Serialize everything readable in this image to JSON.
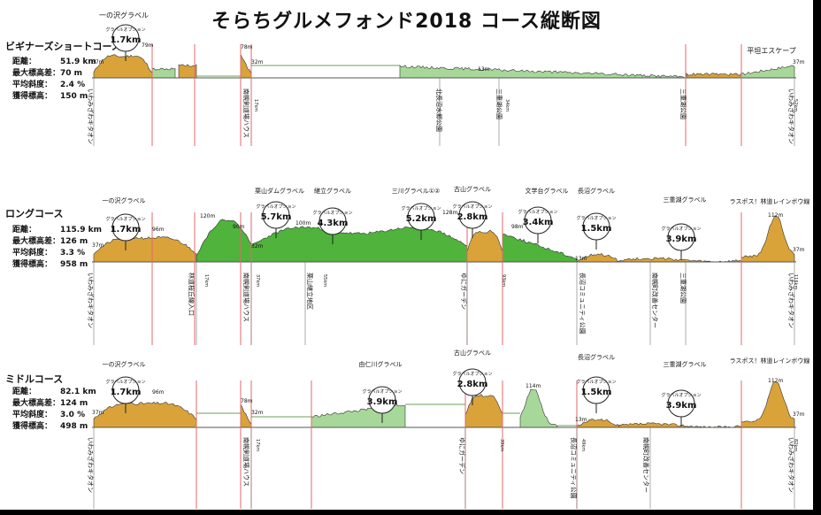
{
  "title": "そらちグルメフォンド2018 コース縦断図",
  "legend_colors": {
    "gravel_option": "#d9a33a",
    "gravel": "#4fb33c",
    "gravel_light": "#a7d89a",
    "paved": "#ffffff"
  },
  "bubble_text": "グラベルオプション",
  "courses": [
    {
      "name": "ビギナーズショートコース",
      "stats": [
        {
          "label": "距離：",
          "value": "51.9 km"
        },
        {
          "label": "最大標高差：",
          "value": "70 m"
        },
        {
          "label": "平均斜度：",
          "value": "2.4 %"
        },
        {
          "label": "獲得標高：",
          "value": "150 m"
        }
      ],
      "elev_labels": [
        "37m",
        "79m",
        "78m",
        "32m",
        "13m",
        "37m"
      ],
      "section_labels": [
        "一の沢グラベル",
        "平坦エスケープ"
      ],
      "bubbles": [
        "1.7km"
      ],
      "dist_labels": [
        "17km",
        "34km",
        "52km"
      ],
      "pois": [
        "いわみざわキタオン",
        "南幌剣道場ハウス",
        "北長沼水郷公園",
        "三重湖公園",
        "三重湖公園",
        "いわみざわキタオン"
      ]
    },
    {
      "name": "ロングコース",
      "stats": [
        {
          "label": "距離：",
          "value": "115.9 km"
        },
        {
          "label": "最大標高差：",
          "value": "126 m"
        },
        {
          "label": "平均斜度：",
          "value": "3.3 %"
        },
        {
          "label": "獲得標高：",
          "value": "958 m"
        }
      ],
      "elev_labels": [
        "37m",
        "96m",
        "120m",
        "90m",
        "32m",
        "100m",
        "128m",
        "98m",
        "13m",
        "112m",
        "37m"
      ],
      "section_labels": [
        "一の沢グラベル",
        "栗山ダムグラベル",
        "継立グラベル",
        "三川グラベル①②",
        "古山グラベル",
        "文学台グラベル",
        "長沼グラベル",
        "三重湖グラベル",
        "ラスポス！林道レインボウ線"
      ],
      "bubbles": [
        "1.7km",
        "5.7km",
        "4.3km",
        "5.2km",
        "2.8km",
        "3.4km",
        "1.5km",
        "3.9km"
      ],
      "dist_labels": [
        "17km",
        "37km",
        "55km",
        "93km",
        "116km"
      ],
      "pois": [
        "いわみざわキタオン",
        "林道桜丘線入口",
        "南幌剣道場ハウス",
        "栗山継立地区",
        "ゆにガーデン",
        "長沼コミュニティ公園",
        "南幌町改善センター",
        "三重湖公園",
        "いわみざわキタオン"
      ]
    },
    {
      "name": "ミドルコース",
      "stats": [
        {
          "label": "距離：",
          "value": "82.1 km"
        },
        {
          "label": "最大標高差：",
          "value": "124 m"
        },
        {
          "label": "平均斜度：",
          "value": "3.0 %"
        },
        {
          "label": "獲得標高：",
          "value": "498 m"
        }
      ],
      "elev_labels": [
        "37m",
        "96m",
        "78m",
        "32m",
        "114m",
        "13m",
        "112m",
        "37m"
      ],
      "section_labels": [
        "一の沢グラベル",
        "由仁川グラベル",
        "古山グラベル",
        "長沼グラベル",
        "三重湖グラベル",
        "ラスポス！林道レインボウ線"
      ],
      "bubbles": [
        "1.7km",
        "3.9km",
        "2.8km",
        "1.5km",
        "3.9km"
      ],
      "dist_labels": [
        "17km",
        "39km",
        "49km",
        "82km"
      ],
      "pois": [
        "いわみざわキタオン",
        "南幌剣道場ハウス",
        "ゆにガーデン",
        "長沼コミュニティ公園",
        "南幌町改善センター",
        "いわみざわキタオン"
      ]
    }
  ]
}
